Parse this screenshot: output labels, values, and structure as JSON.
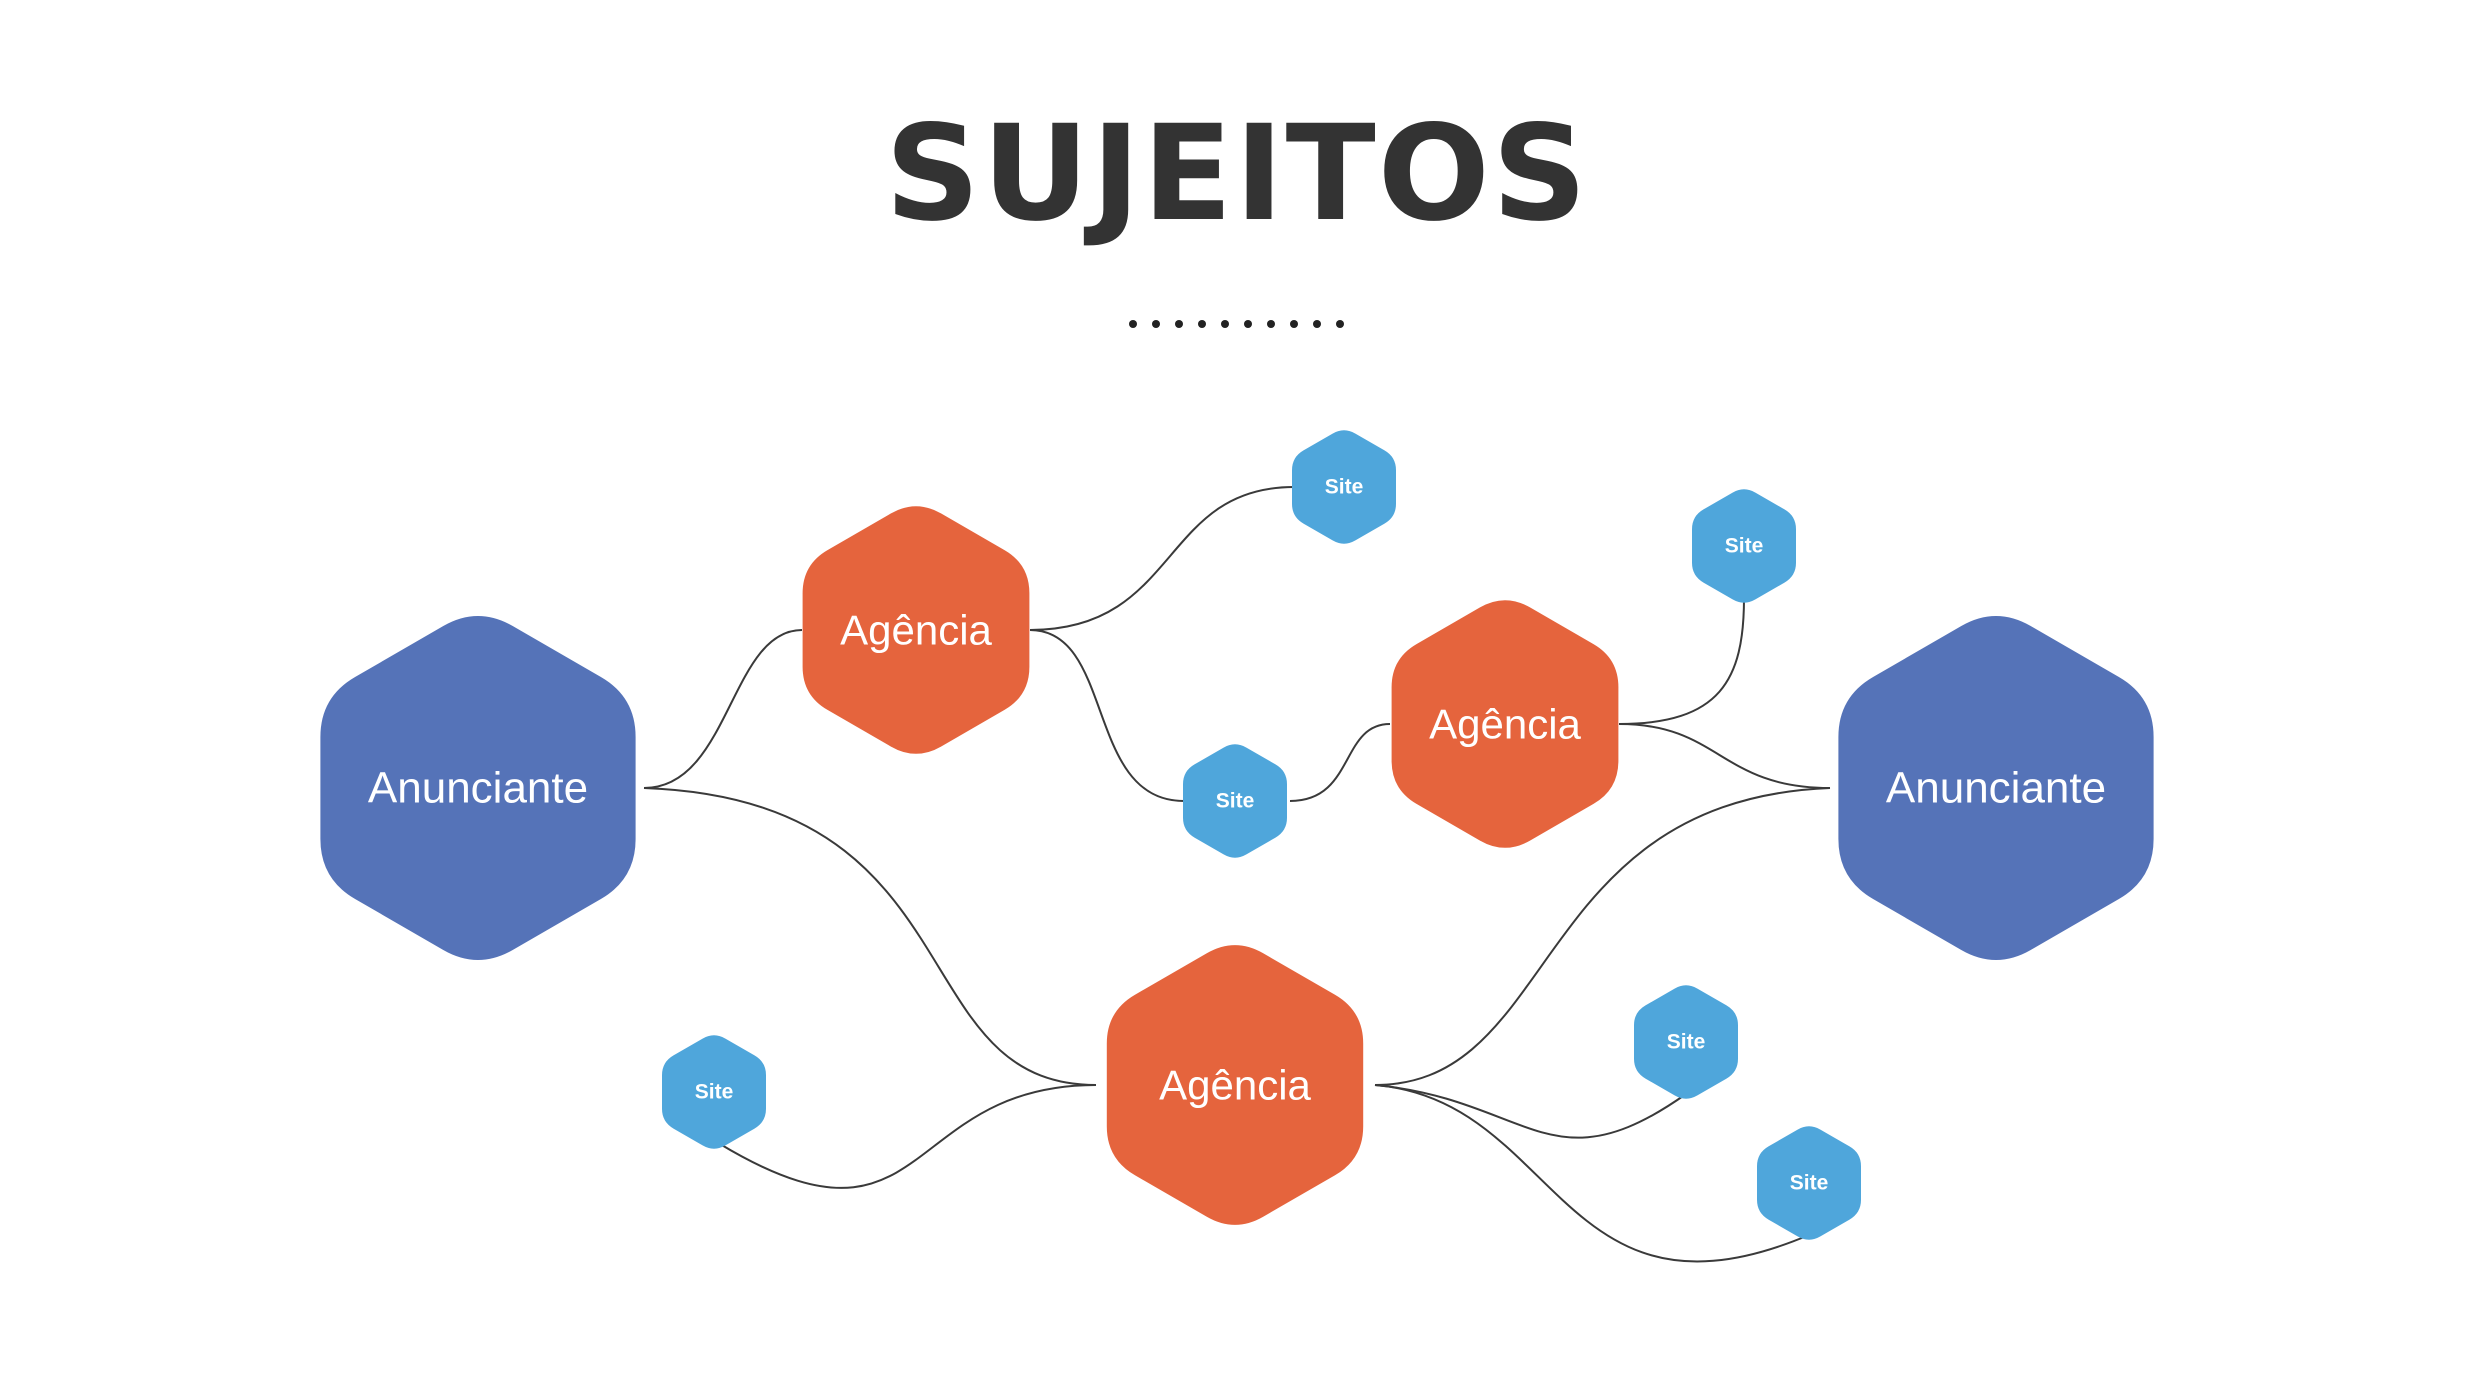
{
  "title": "SUJEITOS",
  "colors": {
    "anunciante": "#5573b8",
    "agencia": "#e5643d",
    "site": "#4fa6db",
    "title": "#333333",
    "edge": "#3a3a3a"
  },
  "labels": {
    "anunciante": "Anunciante",
    "agencia": "Agência",
    "site": "Site"
  },
  "nodes": [
    {
      "id": "anunciante-left",
      "type": "anunciante"
    },
    {
      "id": "anunciante-right",
      "type": "anunciante"
    },
    {
      "id": "agencia-top",
      "type": "agencia"
    },
    {
      "id": "agencia-middle",
      "type": "agencia"
    },
    {
      "id": "agencia-bottom",
      "type": "agencia"
    },
    {
      "id": "site-top",
      "type": "site"
    },
    {
      "id": "site-top-right",
      "type": "site"
    },
    {
      "id": "site-middle",
      "type": "site"
    },
    {
      "id": "site-bottom-left",
      "type": "site"
    },
    {
      "id": "site-bottom-right-1",
      "type": "site"
    },
    {
      "id": "site-bottom-right-2",
      "type": "site"
    }
  ],
  "edges": [
    [
      "anunciante-left",
      "agencia-top"
    ],
    [
      "anunciante-left",
      "agencia-bottom"
    ],
    [
      "agencia-top",
      "site-top"
    ],
    [
      "agencia-top",
      "site-middle"
    ],
    [
      "site-middle",
      "agencia-middle"
    ],
    [
      "agencia-middle",
      "site-top-right"
    ],
    [
      "agencia-middle",
      "anunciante-right"
    ],
    [
      "anunciante-right",
      "agencia-bottom"
    ],
    [
      "agencia-bottom",
      "site-bottom-left"
    ],
    [
      "agencia-bottom",
      "site-bottom-right-1"
    ],
    [
      "agencia-bottom",
      "site-bottom-right-2"
    ]
  ]
}
